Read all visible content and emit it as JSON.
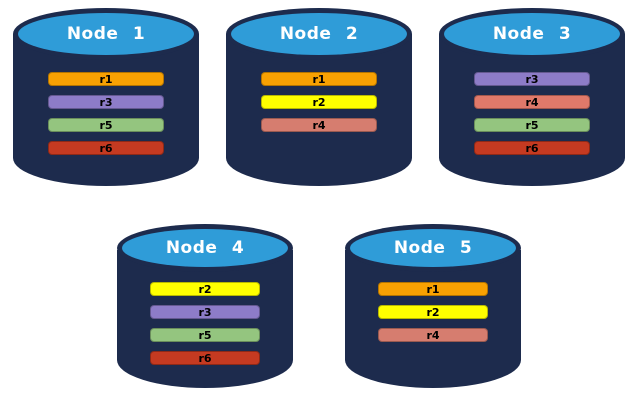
{
  "palette": {
    "background": "#FFFFFF",
    "cylinder_body": "#1D2B4D",
    "cylinder_top": "#2F9CD8",
    "node_title_color": "#FFFFFF",
    "replica_label_color": "#000000"
  },
  "replica_colors": {
    "r1": "#F8A102",
    "r2": "#FFFF00",
    "r3": "#8D7CC8",
    "r4": "#D67D6F",
    "r5": "#94C57F",
    "r6": "#C53A21"
  },
  "nodes": [
    {
      "name": "Node 1",
      "row": 0,
      "replicas": [
        {
          "label": "r1",
          "color": "#F8A102"
        },
        {
          "label": "r3",
          "color": "#8D7CC8"
        },
        {
          "label": "r5",
          "color": "#94C57F"
        },
        {
          "label": "r6",
          "color": "#C53A21"
        }
      ]
    },
    {
      "name": "Node 2",
      "row": 0,
      "replicas": [
        {
          "label": "r1",
          "color": "#F8A102"
        },
        {
          "label": "r2",
          "color": "#FFFF00"
        },
        {
          "label": "r4",
          "color": "#D67D6F"
        }
      ]
    },
    {
      "name": "Node 3",
      "row": 0,
      "replicas": [
        {
          "label": "r3",
          "color": "#8D7CC8"
        },
        {
          "label": "r4",
          "color": "#E0796A"
        },
        {
          "label": "r5",
          "color": "#94C57F"
        },
        {
          "label": "r6",
          "color": "#C53A21"
        }
      ]
    },
    {
      "name": "Node 4",
      "row": 1,
      "replicas": [
        {
          "label": "r2",
          "color": "#FFFF00"
        },
        {
          "label": "r3",
          "color": "#8D7CC8"
        },
        {
          "label": "r5",
          "color": "#94C57F"
        },
        {
          "label": "r6",
          "color": "#C53A21"
        }
      ]
    },
    {
      "name": "Node 5",
      "row": 1,
      "replicas": [
        {
          "label": "r1",
          "color": "#F8A102"
        },
        {
          "label": "r2",
          "color": "#FFFF00"
        },
        {
          "label": "r4",
          "color": "#D67D6F"
        }
      ]
    }
  ]
}
